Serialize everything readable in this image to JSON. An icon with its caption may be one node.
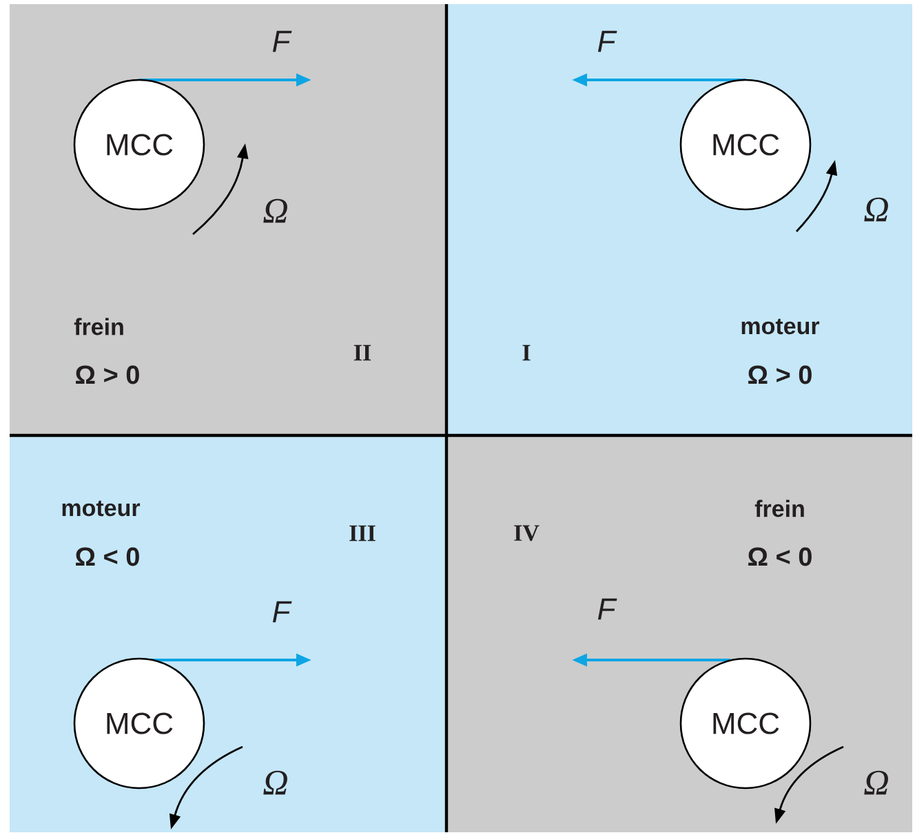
{
  "diagram": {
    "nodes": [
      {
        "text": [
          "frein",
          "Ω > 0",
          "II"
        ]
      },
      {
        "text": [
          "MCC"
        ],
        "in": 0,
        "beside": [
          "F",
          "Ω"
        ]
      },
      {
        "text": [
          "moteur",
          "Ω > 0",
          "I"
        ]
      },
      {
        "text": [
          "MCC"
        ],
        "in": 2,
        "beside": [
          "F",
          "Ω"
        ]
      },
      {
        "text": [
          "moteur",
          "Ω < 0",
          "III"
        ]
      },
      {
        "text": [
          "MCC"
        ],
        "in": 4,
        "beside": [
          "F",
          "Ω"
        ]
      },
      {
        "text": [
          "frein",
          "Ω < 0",
          "IV"
        ]
      },
      {
        "text": [
          "MCC"
        ],
        "in": 6,
        "beside": [
          "F",
          "Ω"
        ]
      }
    ]
  }
}
